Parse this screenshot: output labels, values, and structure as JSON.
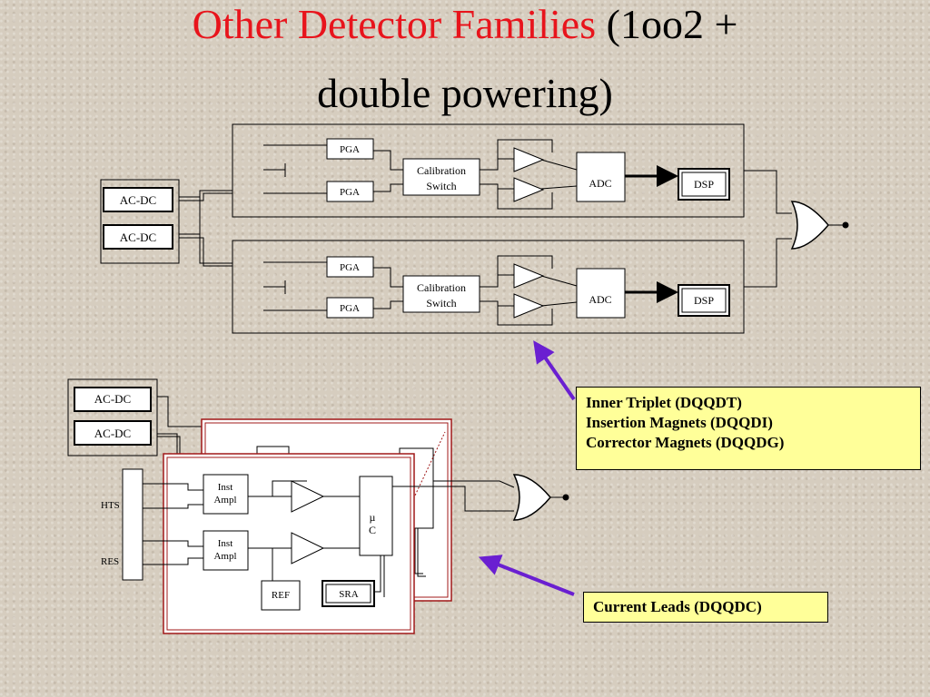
{
  "title": {
    "red_part": "Other Detector Families",
    "black_part_1": " (1oo2 +",
    "black_part_2": "double powering)"
  },
  "labels": {
    "pga": "PGA",
    "calibration": "Calibration",
    "switch": "Switch",
    "adc": "ADC",
    "dsp": "DSP",
    "acdc": "AC-DC",
    "hts": "HTS",
    "res": "RES",
    "inst": "Inst",
    "ampl": "Ampl",
    "mu": "µ",
    "c": "C",
    "ref": "REF",
    "sra": "SRA"
  },
  "callouts": {
    "top": [
      "Inner Triplet (DQQDT)",
      "Insertion Magnets (DQQDI)",
      "Corrector Magnets (DQQDG)"
    ],
    "bottom": "Current Leads (DQQDC)"
  },
  "colors": {
    "title_red": "#e8141c",
    "callout_fill": "#ffff99",
    "arrow": "#6a1fd1",
    "card_border": "#a01818"
  }
}
